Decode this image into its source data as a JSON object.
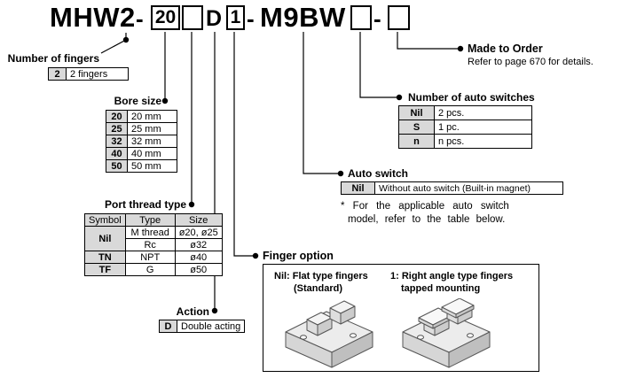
{
  "code": {
    "series": "MHW2",
    "dash": "-",
    "bore_example": "20",
    "action": "D",
    "finger_example": "1",
    "switch_example": "M9BW"
  },
  "fingers": {
    "label": "Number of fingers",
    "symbol": "2",
    "value": "2 fingers"
  },
  "bore": {
    "label": "Bore size",
    "rows": [
      {
        "symbol": "20",
        "value": "20 mm"
      },
      {
        "symbol": "25",
        "value": "25 mm"
      },
      {
        "symbol": "32",
        "value": "32 mm"
      },
      {
        "symbol": "40",
        "value": "40 mm"
      },
      {
        "symbol": "50",
        "value": "50 mm"
      }
    ]
  },
  "port": {
    "label": "Port thread type",
    "headers": {
      "symbol": "Symbol",
      "type": "Type",
      "size": "Size"
    },
    "rows": [
      {
        "symbol": "Nil",
        "type": "M thread",
        "size": "ø20, ø25"
      },
      {
        "type": "Rc",
        "size": "ø32"
      },
      {
        "symbol": "TN",
        "type": "NPT",
        "size": "ø40"
      },
      {
        "symbol": "TF",
        "type": "G",
        "size": "ø50"
      }
    ]
  },
  "action": {
    "label": "Action",
    "symbol": "D",
    "value": "Double acting"
  },
  "finger_option": {
    "label": "Finger option",
    "nil_line1": "Nil: Flat type fingers",
    "nil_line2": "(Standard)",
    "one_line1": "1: Right angle type fingers",
    "one_line2": "tapped mounting"
  },
  "auto_switch": {
    "label": "Auto switch",
    "symbol": "Nil",
    "value": "Without auto switch (Built-in magnet)",
    "note_line1": "* For the applicable auto switch",
    "note_line2": "model, refer to the table below."
  },
  "switch_qty": {
    "label": "Number of auto switches",
    "rows": [
      {
        "symbol": "Nil",
        "value": "2 pcs."
      },
      {
        "symbol": "S",
        "value": "1 pc."
      },
      {
        "symbol": "n",
        "value": "n pcs."
      }
    ]
  },
  "made_to_order": {
    "label": "Made to Order",
    "sub": "Refer to page 670 for details."
  }
}
